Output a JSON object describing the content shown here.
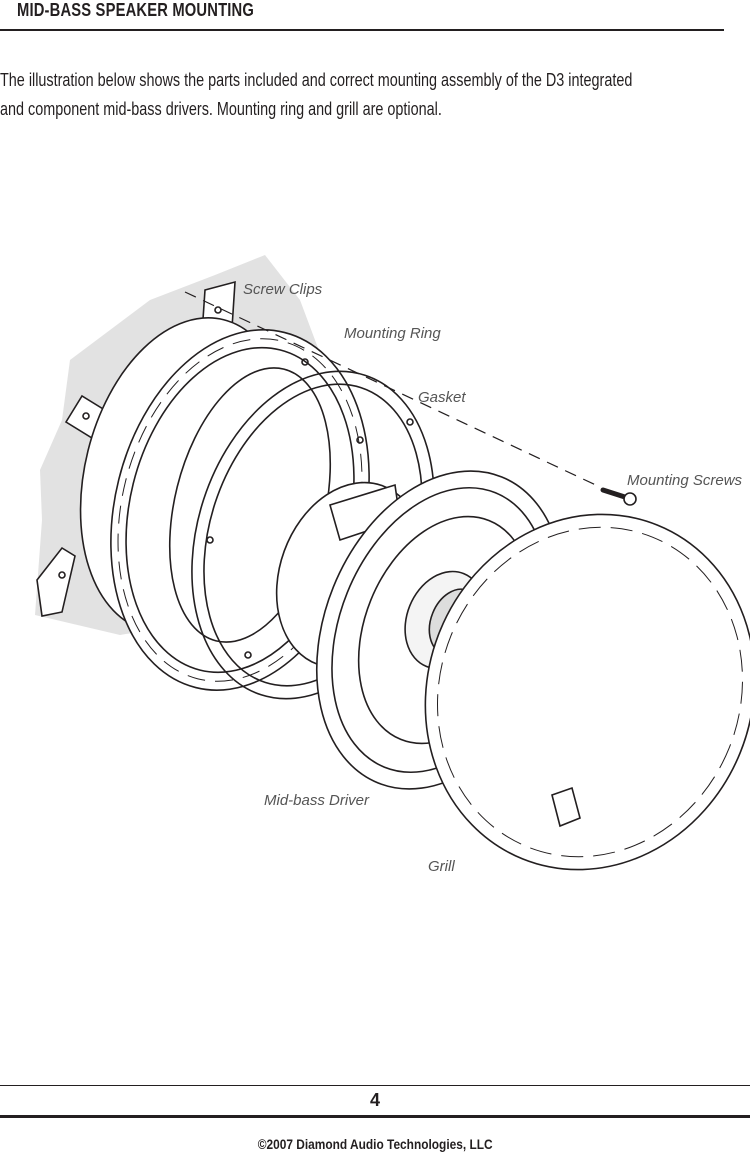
{
  "header": {
    "title": "MID-BASS SPEAKER MOUNTING"
  },
  "intro": {
    "line1": "The illustration below shows the parts included and correct mounting assembly of the D3 integrated",
    "line2": "and component mid-bass drivers. Mounting ring and grill are optional."
  },
  "diagram": {
    "labels": {
      "screw_clips": "Screw Clips",
      "mounting_ring": "Mounting Ring",
      "gasket": "Gasket",
      "mounting_screws": "Mounting Screws",
      "mid_bass_driver": "Mid-bass Driver",
      "grill": "Grill"
    }
  },
  "footer": {
    "page_number": "4",
    "copyright": "©2007 Diamond Audio Technologies, LLC"
  }
}
